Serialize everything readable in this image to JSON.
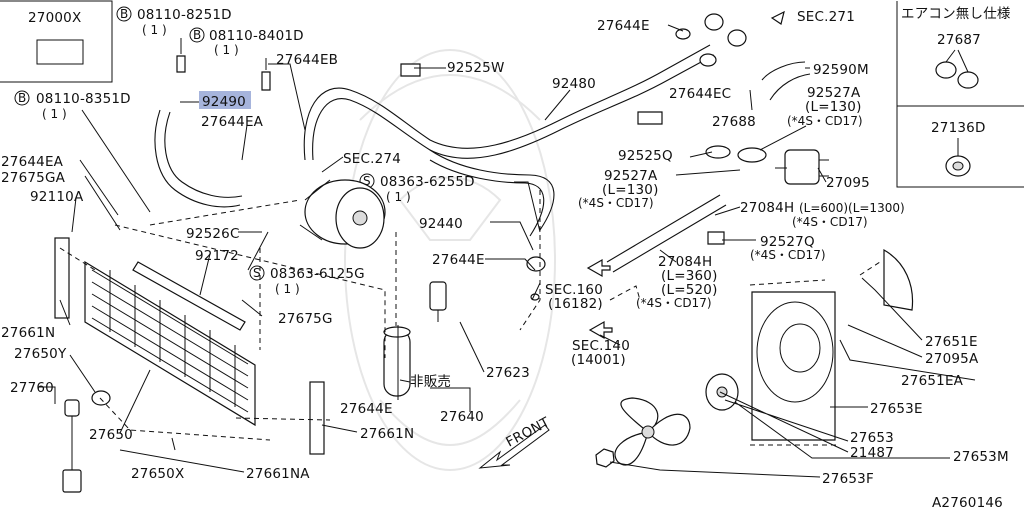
{
  "diagram": {
    "diagram_code": "A2760146",
    "inset_labels": {
      "box_top_left": "27000X",
      "title_jp": "エアコン無し仕様",
      "plug_upper": "27687",
      "plug_lower": "27136D"
    },
    "bolts": {
      "b1": {
        "symbol": "B",
        "code": "08110-8251D",
        "qty": "( 1 )"
      },
      "b2": {
        "symbol": "B",
        "code": "08110-8401D",
        "qty": "( 1 )"
      },
      "b3": {
        "symbol": "B",
        "code": "08110-8351D",
        "qty": "( 1 )"
      },
      "s1": {
        "symbol": "S",
        "code": "08363-6255D",
        "qty": "( 1 )"
      },
      "s2": {
        "symbol": "S",
        "code": "08363-6125G",
        "qty": "( 1 )"
      }
    },
    "labels": {
      "p27644EB": "27644EB",
      "p92525W": "92525W",
      "p27644E_top": "27644E",
      "sec271": "SEC.271",
      "p92480": "92480",
      "p92490": "92490",
      "p27644EA_top": "27644EA",
      "p27644EC": "27644EC",
      "p92590M": "92590M",
      "p92527A_top": "92527A",
      "p92527A_top_spec1": "(L=130)",
      "p92527A_top_spec2": "(*4S・CD17)",
      "p27688": "27688",
      "sec274": "SEC.274",
      "p92525Q": "92525Q",
      "p92527A_mid": "92527A",
      "p92527A_mid_spec1": "(L=130)",
      "p92527A_mid_spec2": "(*4S・CD17)",
      "p27095": "27095",
      "p27644EA_left": "27644EA",
      "p27675GA": "27675GA",
      "p92110A": "92110A",
      "p27084H_top": "27084H",
      "p27084H_top_spec1": "(L=600)(L=1300)",
      "p27084H_top_spec2": "(*4S・CD17)",
      "p92440": "92440",
      "p92526C": "92526C",
      "p92527Q": "92527Q",
      "p92527Q_spec": "(*4S・CD17)",
      "p92172": "92172",
      "p27644E_mid": "27644E",
      "p27084H_mid": "27084H",
      "p27084H_mid_spec1": "(L=360)",
      "p27084H_mid_spec2": "(L=520)",
      "p27084H_mid_spec3": "(*4S・CD17)",
      "sec160": "SEC.160",
      "sec160_sub": "(16182)",
      "p27675G": "27675G",
      "p27661N_left": "27661N",
      "p27651E": "27651E",
      "p27095A": "27095A",
      "sec140": "SEC.140",
      "sec140_sub": "(14001)",
      "p27650Y": "27650Y",
      "p27623": "27623",
      "not_for_sale": "非販売",
      "p27651EA": "27651EA",
      "p27760": "27760",
      "p27644E_bottom": "27644E",
      "p27640": "27640",
      "p27653E": "27653E",
      "p27650": "27650",
      "p27661N_right": "27661N",
      "front": "FRONT",
      "p27653": "27653",
      "p21487": "21487",
      "p27653M": "27653M",
      "p27650X": "27650X",
      "p27661NA": "27661NA",
      "p27653F": "27653F"
    }
  }
}
